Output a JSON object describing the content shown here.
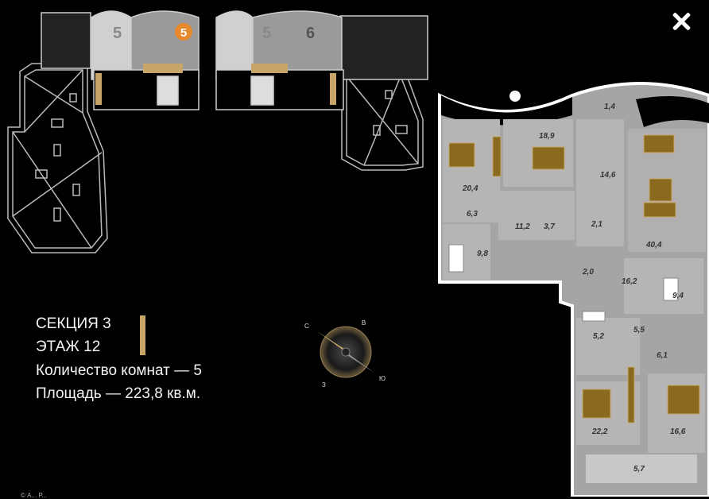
{
  "close_button": {
    "icon": "close-icon"
  },
  "info": {
    "section": "СЕКЦИЯ 3",
    "floor": "ЭТАЖ 12",
    "rooms": "Количество комнат — 5",
    "area": "Площадь — 223,8 кв.м."
  },
  "compass": {
    "n": "С",
    "e": "В",
    "s": "Ю",
    "w": "З"
  },
  "floor_map": {
    "marker": "5",
    "section_labels": [
      "5",
      "5",
      "6"
    ]
  },
  "apartment": {
    "room_areas": [
      "1,4",
      "18,9",
      "20,4",
      "14,6",
      "6,3",
      "11,2",
      "3,7",
      "2,1",
      "40,4",
      "9,8",
      "2,0",
      "16,2",
      "9,4",
      "5,5",
      "5,2",
      "6,1",
      "22,2",
      "16,6",
      "5,7"
    ]
  },
  "footer_hint": "© А... Р..."
}
